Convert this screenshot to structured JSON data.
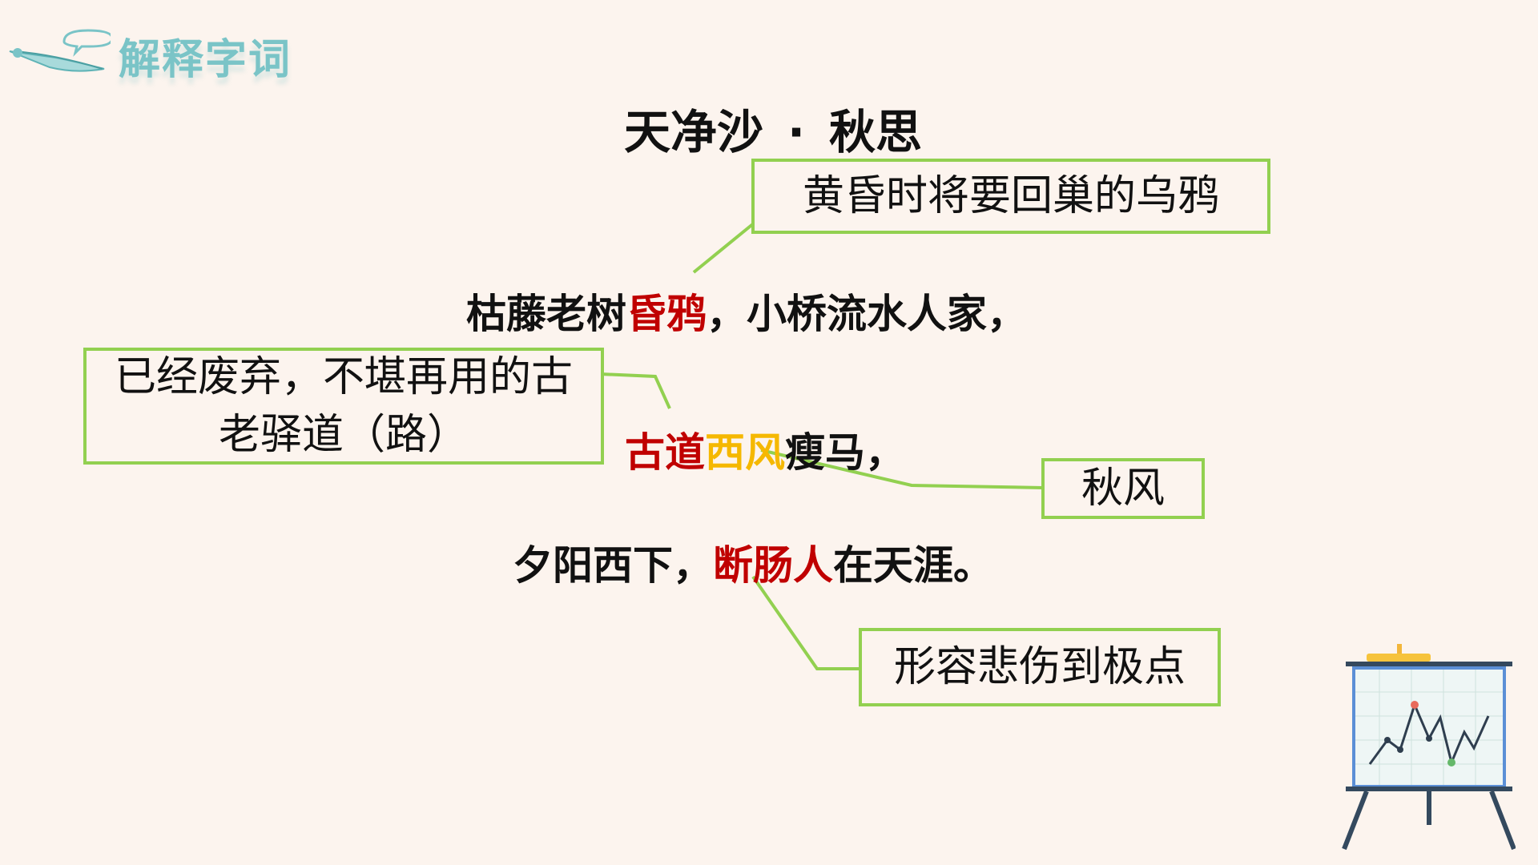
{
  "header": {
    "title": "解释字词",
    "icon": "quill-pen-icon"
  },
  "poem": {
    "title_left": "天净沙",
    "title_dot": "·",
    "title_right": "秋思",
    "line1": {
      "p1": "枯藤老树",
      "p2": "昏鸦",
      "p3": "，小桥流水人家，"
    },
    "line2": {
      "p1": "古道",
      "p2": "西风",
      "p3": "瘦马，"
    },
    "line3": {
      "p1": "夕阳西下，",
      "p2": "断肠人",
      "p3": "在天涯。"
    }
  },
  "notes": {
    "hunya": "黄昏时将要回巢的乌鸦",
    "gudao": "已经废弃，不堪再用的古老驿道（路）",
    "xifeng": "秋风",
    "duanchangren": "形容悲伤到极点"
  },
  "colors": {
    "background": "#fcf4ee",
    "highlight_red": "#c00000",
    "highlight_gold": "#f5b800",
    "note_border": "#92d050",
    "header": "#7ac4c7"
  },
  "decor": {
    "easel": "chart-easel-icon"
  }
}
